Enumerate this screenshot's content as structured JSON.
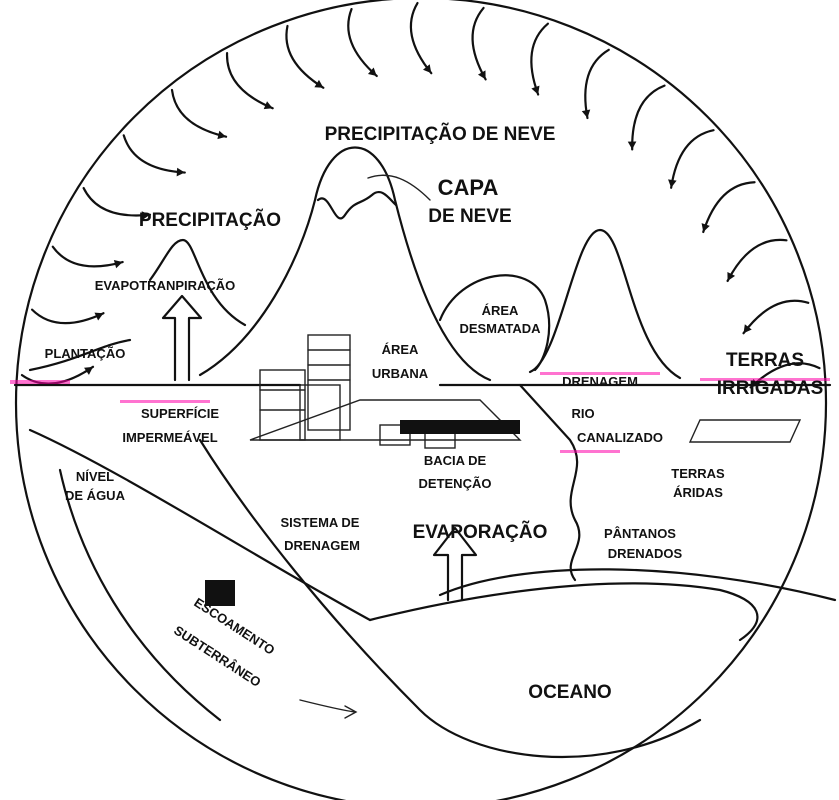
{
  "diagram": {
    "labels": {
      "snow_precipitation": "PRECIPITAÇÃO DE NEVE",
      "snow_cap_line1": "CAPA",
      "snow_cap_line2": "DE NEVE",
      "precipitation": "PRECIPITAÇÃO",
      "evapotranspiration": "EVAPOTRANPIRAÇÃO",
      "plantation": "PLANTAÇÃO",
      "deforested_line1": "ÁREA",
      "deforested_line2": "DESMATADA",
      "urban_line1": "ÁREA",
      "urban_line2": "URBANA",
      "irrigated_line1": "TERRAS",
      "irrigated_line2": "IRRIGADAS",
      "drainage": "DRENAGEM",
      "impervious_line1": "SUPERFÍCIE",
      "impervious_line2": "IMPERMEÁVEL",
      "channelized_line1": "RIO",
      "channelized_line2": "CANALIZADO",
      "water_table_line1": "NÍVEL",
      "water_table_line2": "DE ÁGUA",
      "detention_line1": "BACIA DE",
      "detention_line2": "DETENÇÃO",
      "arid_line1": "TERRAS",
      "arid_line2": "ÁRIDAS",
      "drainage_system_line1": "SISTEMA DE",
      "drainage_system_line2": "DRENAGEM",
      "evaporation": "EVAPORAÇÃO",
      "drained_wetlands_line1": "PÂNTANOS",
      "drained_wetlands_line2": "DRENADOS",
      "groundwater_line1": "ESCOAMENTO",
      "groundwater_line2": "SUBTERRÂNEO",
      "ocean": "OCEANO"
    }
  }
}
